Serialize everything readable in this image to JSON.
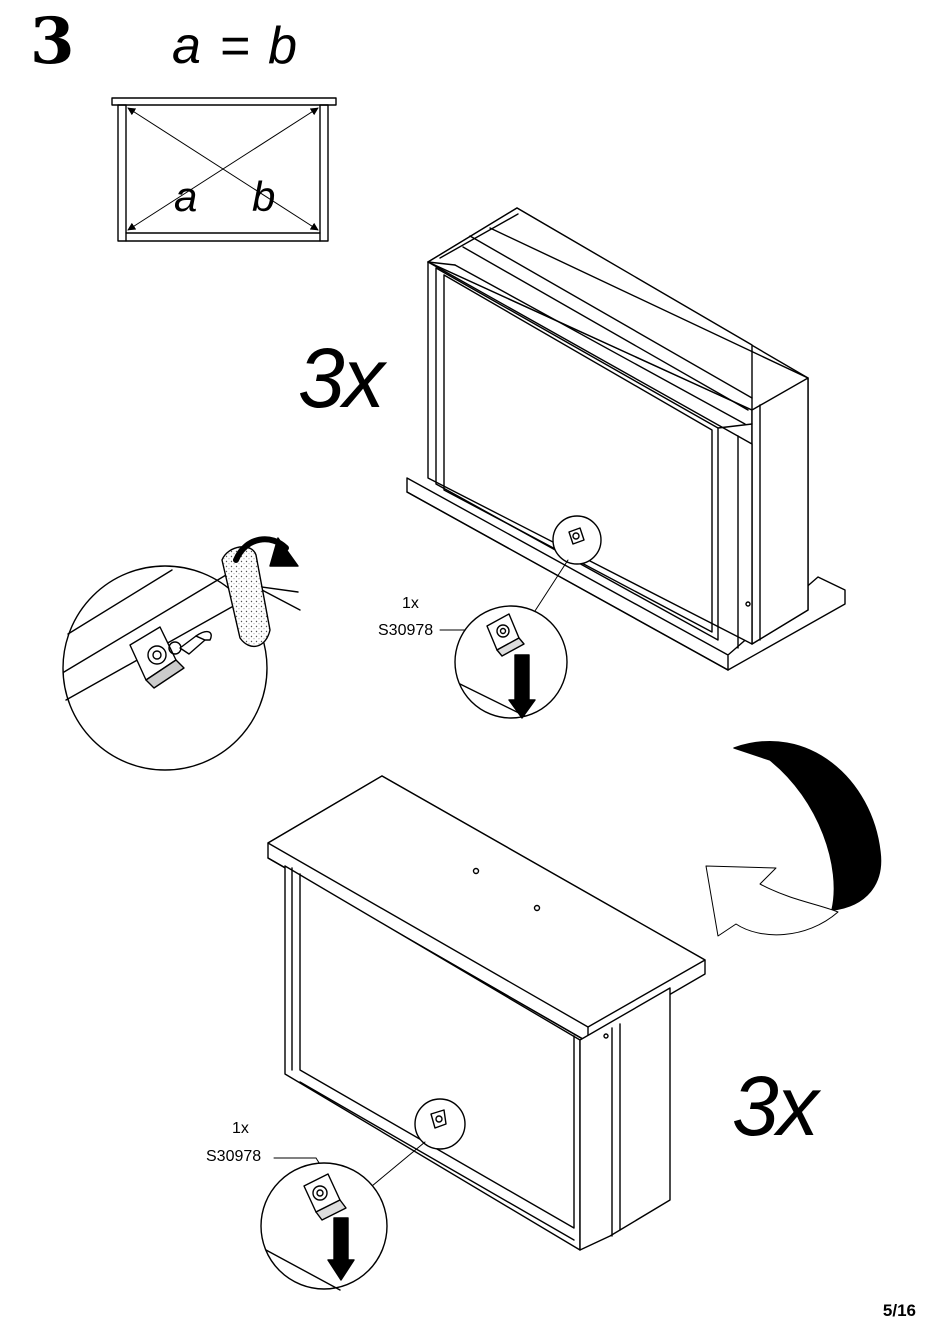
{
  "step": {
    "number": "3",
    "formula": "a = b"
  },
  "diagram": {
    "label_a": "a",
    "label_b": "b"
  },
  "upper_assembly": {
    "quantity": "3x",
    "part_quantity": "1x",
    "part_code": "S30978"
  },
  "lower_assembly": {
    "quantity": "3x",
    "part_quantity": "1x",
    "part_code": "S30978"
  },
  "page": {
    "number": "5/16"
  },
  "icons": [
    "bracket-icon",
    "screwdriver-icon",
    "rotate-arrow-icon",
    "turn-over-arrow-icon",
    "down-arrow-icon"
  ]
}
